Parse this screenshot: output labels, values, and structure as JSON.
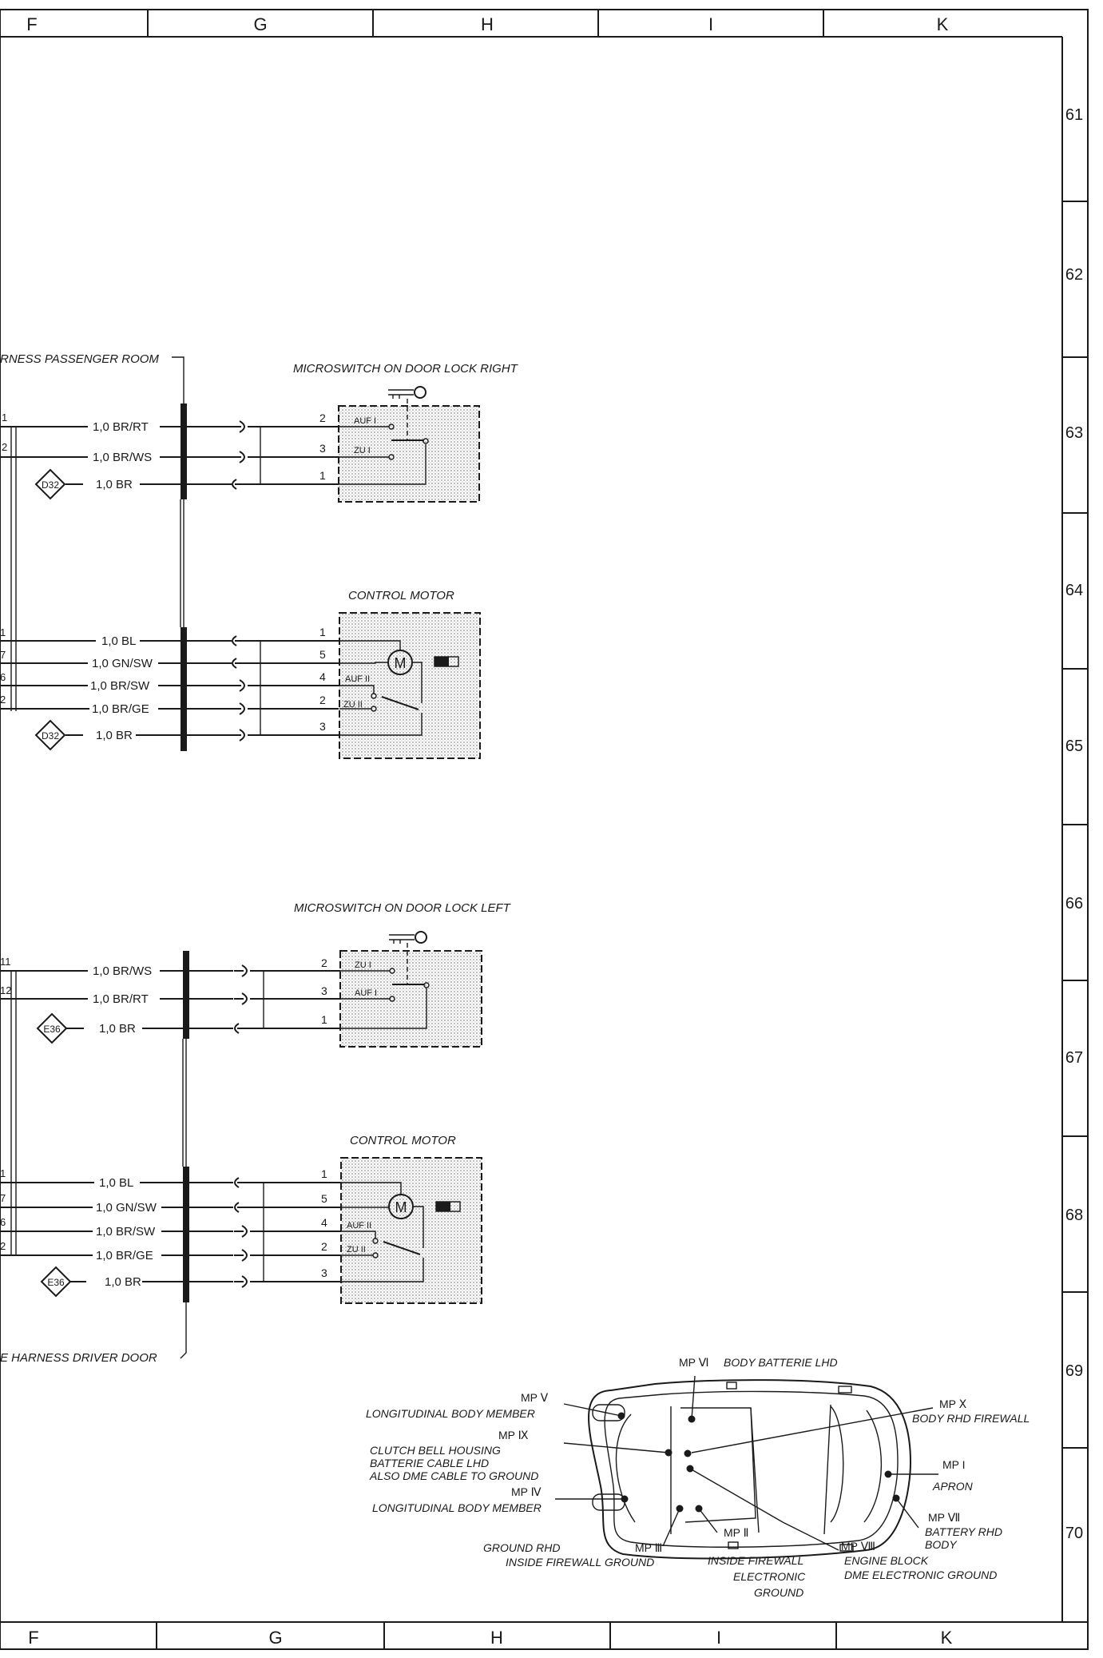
{
  "columns": [
    "F",
    "G",
    "H",
    "I",
    "K"
  ],
  "rows": [
    "61",
    "62",
    "63",
    "64",
    "65",
    "66",
    "67",
    "68",
    "69",
    "70"
  ],
  "harness_labels": {
    "passenger": "RNESS PASSENGER ROOM",
    "driver": "E HARNESS DRIVER DOOR"
  },
  "passenger": {
    "microswitch": {
      "title": "MICROSWITCH ON DOOR LOCK RIGHT",
      "pin_labels": [
        "1",
        "2"
      ],
      "wires": [
        "1,0 BR/RT",
        "1,0 BR/WS",
        "1,0 BR"
      ],
      "ground_tag": "D32",
      "pins": [
        "2",
        "3",
        "1"
      ],
      "contacts": [
        "AUF I",
        "ZU I"
      ]
    },
    "motor": {
      "title": "CONTROL MOTOR",
      "pin_labels": [
        "1",
        "7",
        "6",
        "2"
      ],
      "wires": [
        "1,0 BL",
        "1,0 GN/SW",
        "1,0 BR/SW",
        "1,0 BR/GE",
        "1,0 BR"
      ],
      "ground_tag": "D32",
      "pins": [
        "1",
        "5",
        "4",
        "2",
        "3"
      ],
      "contacts": [
        "AUF II",
        "ZU II"
      ],
      "motor_symbol": "M"
    }
  },
  "driver": {
    "microswitch": {
      "title": "MICROSWITCH ON DOOR LOCK LEFT",
      "pin_labels": [
        "11",
        "12"
      ],
      "wires": [
        "1,0 BR/WS",
        "1,0 BR/RT",
        "1,0 BR"
      ],
      "ground_tag": "E36",
      "pins": [
        "2",
        "3",
        "1"
      ],
      "contacts": [
        "ZU I",
        "AUF I"
      ]
    },
    "motor": {
      "title": "CONTROL MOTOR",
      "pin_labels": [
        "1",
        "7",
        "6",
        "2"
      ],
      "wires": [
        "1,0 BL",
        "1,0 GN/SW",
        "1,0 BR/SW",
        "1,0 BR/GE",
        "1,0 BR"
      ],
      "ground_tag": "E36",
      "pins": [
        "1",
        "5",
        "4",
        "2",
        "3"
      ],
      "contacts": [
        "AUF II",
        "ZU II"
      ],
      "motor_symbol": "M"
    }
  },
  "ground_points": {
    "mp6": {
      "code": "MP Ⅵ",
      "lines": [
        "BODY BATTERIE LHD"
      ]
    },
    "mp5": {
      "code": "MP Ⅴ",
      "lines": [
        "LONGITUDINAL BODY MEMBER"
      ]
    },
    "mp10": {
      "code": "MP Ⅹ",
      "lines": [
        "BODY RHD FIREWALL"
      ]
    },
    "mp9": {
      "code": "MP Ⅸ",
      "lines": [
        "CLUTCH BELL HOUSING",
        "BATTERIE CABLE LHD",
        "ALSO DME CABLE TO GROUND"
      ]
    },
    "mp1": {
      "code": "MP I",
      "lines": [
        "APRON"
      ]
    },
    "mp4": {
      "code": "MP Ⅳ",
      "lines": [
        "LONGITUDINAL BODY MEMBER"
      ]
    },
    "mp7": {
      "code": "MP Ⅶ",
      "lines": [
        "BATTERY RHD",
        "BODY"
      ]
    },
    "mp3": {
      "code": "MP Ⅲ",
      "lines": [
        "GROUND RHD",
        "INSIDE FIREWALL GROUND"
      ]
    },
    "mp2": {
      "code": "MP Ⅱ",
      "lines": [
        "INSIDE FIREWALL",
        "ELECTRONIC",
        "GROUND"
      ]
    },
    "mp8": {
      "code": "MP Ⅷ",
      "lines": [
        "ENGINE BLOCK",
        "DME ELECTRONIC GROUND"
      ]
    }
  },
  "colors": {
    "ink": "#1a1a1a",
    "paper": "#ffffff",
    "shade": "#9a9a9a"
  }
}
